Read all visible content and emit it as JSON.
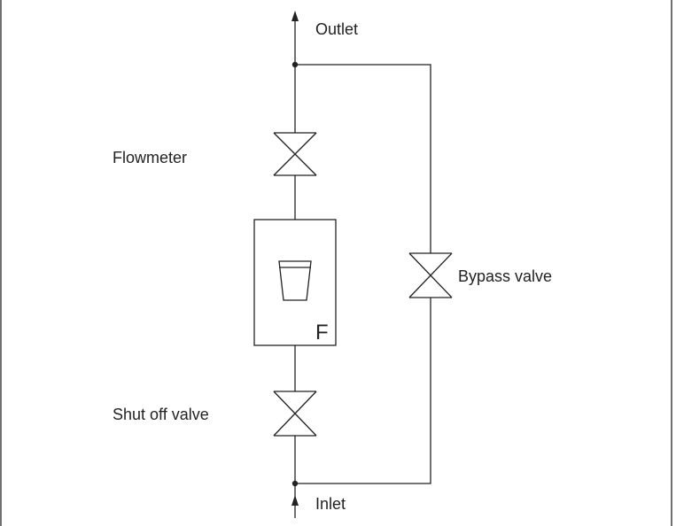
{
  "labels": {
    "outlet": "Outlet",
    "flowmeter": "Flowmeter",
    "bypass_valve": "Bypass valve",
    "shut_off_valve": "Shut off valve",
    "inlet": "Inlet",
    "filter_mark": "F"
  },
  "colors": {
    "line": "#222222",
    "background": "#ffffff"
  }
}
